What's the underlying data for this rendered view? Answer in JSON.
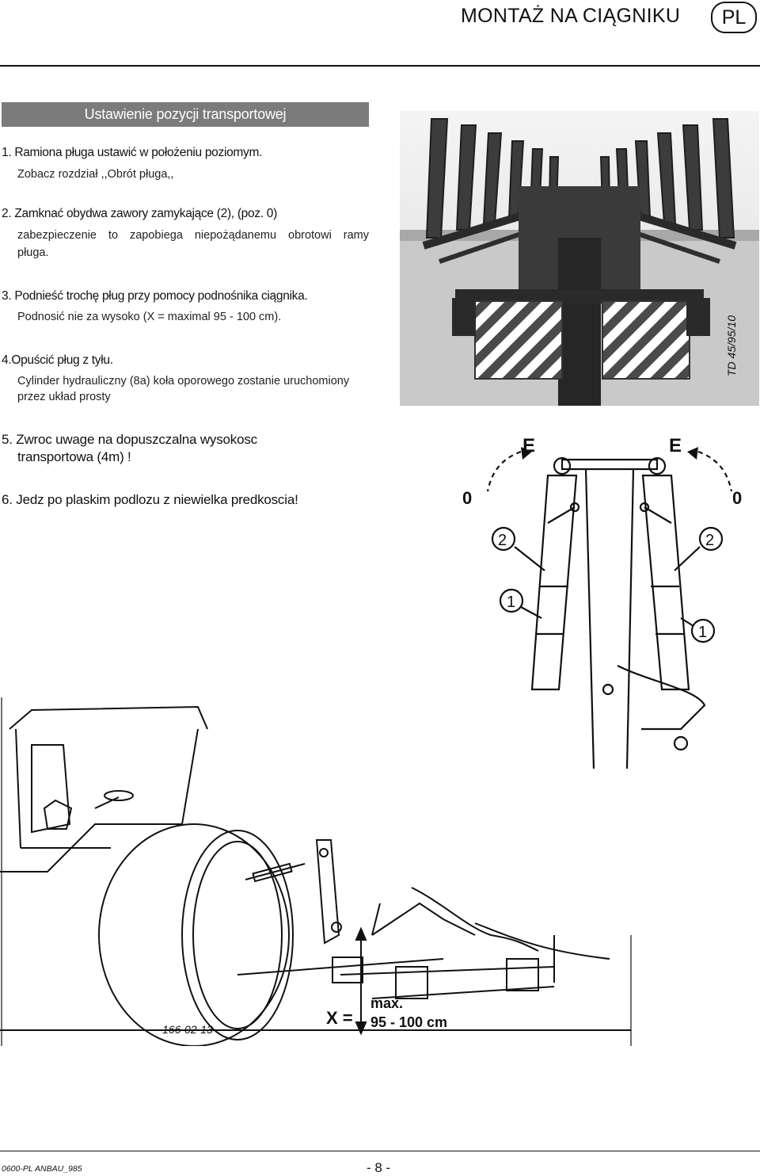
{
  "header": {
    "title": "MONTAŻ NA CIĄGNIKU",
    "lang": "PL"
  },
  "section": {
    "title": "Ustawienie pozycji transportowej"
  },
  "steps": {
    "s1": {
      "title": "1. Ramiona pługa ustawić w położeniu poziomym.",
      "body": "Zobacz rozdział ,,Obrót pługa,,"
    },
    "s2": {
      "title": "2. Zamknać obydwa zawory zamykające (2), (poz. 0)",
      "body_line1": "zabezpieczenie to zapobiega niepożądanemu obrotowi ramy",
      "body_line2": "pługa."
    },
    "s3": {
      "title": "3. Podnieść trochę pług przy pomocy podnośnika ciągnika.",
      "body": "Podnosić nie za wysoko (X = maximal 95 - 100 cm)."
    },
    "s4": {
      "title": "4.Opuścić pług z tyłu.",
      "body_line1": "Cylinder hydrauliczny (8a) koła oporowego zostanie uruchomiony",
      "body_line2": "przez układ prosty"
    },
    "s5": {
      "title_line1": "5. Zwroc uwage na dopuszczalna wysokosc",
      "title_line2": "transportowa (4m) !"
    },
    "s6": {
      "title": "6. Jedz po plaskim podlozu z niewielka predkoscia!"
    }
  },
  "photo": {
    "stamp": "TD 45/95/10"
  },
  "hydraulic_diagram": {
    "label_e_left": "E",
    "label_e_right": "E",
    "label_0_left": "0",
    "label_0_right": "0",
    "label_2_left": "2",
    "label_2_right": "2",
    "label_1_left": "1",
    "label_1_right": "1"
  },
  "tractor_diagram": {
    "code": "166-02-13",
    "x_label": "X =",
    "max_label": "max.",
    "range_label": "95 - 100 cm"
  },
  "footer": {
    "doc_code": "0600-PL ANBAU_985",
    "page": "- 8 -"
  }
}
